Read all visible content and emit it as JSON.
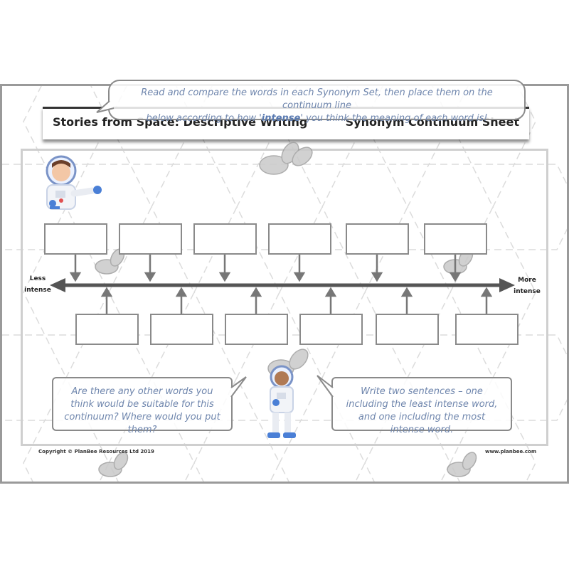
{
  "header": {
    "left_title": "Stories from Space: Descriptive Writing",
    "right_title": "Synonym Continuum Sheet"
  },
  "instructions": {
    "line1": "Read and compare the words in each Synonym Set, then place them on the continuum line",
    "line2_before": "below according to how '",
    "line2_highlight": "intense",
    "line2_after": "' you think the meaning of each word is!"
  },
  "continuum": {
    "left_label_line1": "Less",
    "left_label_line2": "intense",
    "right_label_line1": "More",
    "right_label_line2": "intense",
    "top_box_count": 6,
    "bottom_box_count": 6
  },
  "question_left": "Are there any other words you think would be suitable for this continuum? Where would you put them?",
  "question_right": "Write two sentences – one including the least intense word, and one including the most intense word.",
  "footer": {
    "copyright": "Copyright © PlanBee Resources Ltd 2019",
    "website": "www.planbee.com"
  },
  "colors": {
    "accent_text": "#6f86ad",
    "border": "#8a8a8a",
    "axis": "#555555"
  },
  "icons": [
    "astronaut-icon",
    "alien-icon"
  ]
}
